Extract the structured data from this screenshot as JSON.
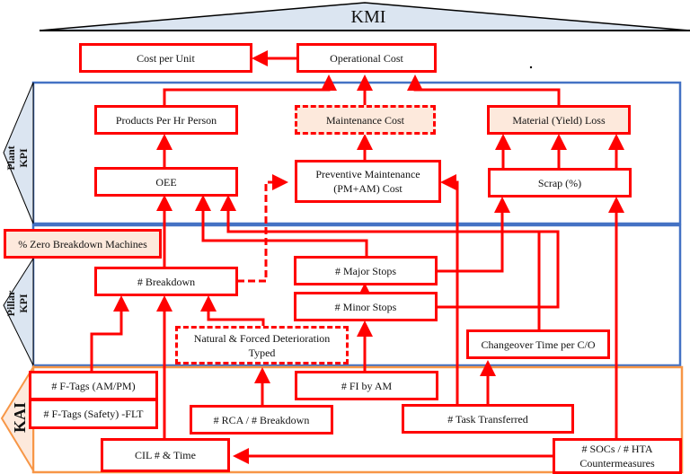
{
  "title": "KMI",
  "sections": {
    "plant_kpi": "Plant KPI",
    "pillar_kpi": "Pillar KPI",
    "kai": "KAI"
  },
  "colors": {
    "box_border": "#ff0000",
    "highlight_fill": "#fde9dc",
    "kpi_frame": "#4472c4",
    "kai_frame": "#f79646",
    "triangle_fill": "#dbe5f1",
    "kai_triangle_fill": "#fde9dc"
  },
  "nodes": {
    "cost_per_unit": "Cost per Unit",
    "operational_cost": "Operational Cost",
    "products_per_hr": "Products Per Hr Person",
    "maintenance_cost": "Maintenance Cost",
    "material_loss": "Material (Yield) Loss",
    "oee": "OEE",
    "pm_cost_line1": "Preventive Maintenance",
    "pm_cost_line2": "(PM+AM) Cost",
    "scrap": "Scrap (%)",
    "zero_breakdown": "% Zero Breakdown Machines",
    "breakdown": "# Breakdown",
    "major_stops": "# Major Stops",
    "minor_stops": "# Minor Stops",
    "deterioration_line1": "Natural & Forced Deterioration",
    "deterioration_line2": "Typed",
    "changeover": "Changeover Time per C/O",
    "ftags_ampm": "# F-Tags (AM/PM)",
    "ftags_safety": "# F-Tags (Safety) -FLT",
    "fi_by_am": "# FI by AM",
    "rca": "# RCA / # Breakdown",
    "task_transferred": "# Task Transferred",
    "cil": "CIL # & Time",
    "socs_line1": "# SOCs / # HTA",
    "socs_line2": "Countermeasures"
  }
}
